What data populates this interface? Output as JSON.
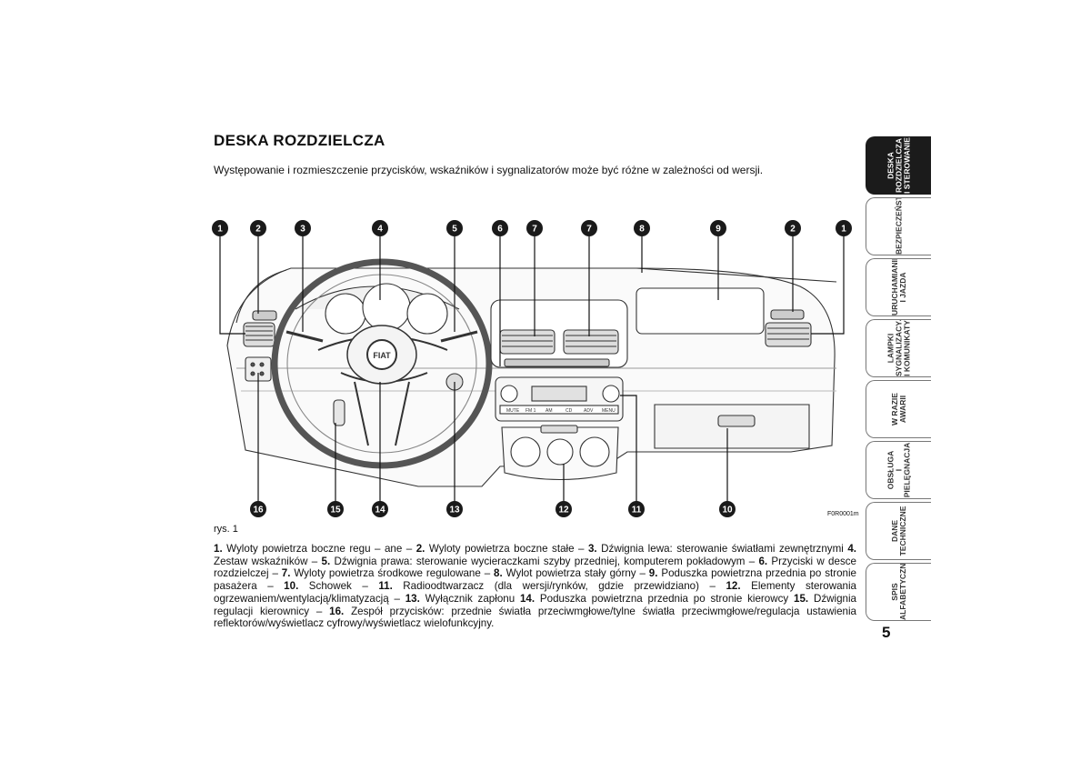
{
  "heading": "DESKA ROZDZIELCZA",
  "intro": "Występowanie i rozmieszczenie przycisków, wskaźników i sygnalizatorów może być różne w zależności od wersji.",
  "figure": {
    "caption": "rys. 1",
    "code": "F0R0001m",
    "callouts_top": [
      "1",
      "2",
      "3",
      "4",
      "5",
      "6",
      "7",
      "7",
      "8",
      "9",
      "2",
      "1"
    ],
    "callouts_bottom": [
      "16",
      "15",
      "14",
      "13",
      "12",
      "11",
      "10"
    ],
    "radio_buttons": [
      "MUTE",
      "FM 1",
      "AM",
      "CD",
      "ADV",
      "MENU"
    ],
    "brand_badge": "FIAT"
  },
  "description": [
    {
      "n": "1.",
      "t": " Wyloty powietrza boczne regu – ane – "
    },
    {
      "n": "2.",
      "t": " Wyloty powietrza boczne stałe – "
    },
    {
      "n": "3.",
      "t": " Dźwignia lewa: sterowanie światłami zewnętrznymi "
    },
    {
      "n": "4.",
      "t": " Zestaw wskaźników – "
    },
    {
      "n": "5.",
      "t": " Dźwignia prawa: sterowanie wycieraczkami szyby przedniej, komputerem pokładowym – "
    },
    {
      "n": "6.",
      "t": " Przyciski w desce rozdzielczej – "
    },
    {
      "n": "7.",
      "t": " Wyloty powietrza środkowe regulowane – "
    },
    {
      "n": "8.",
      "t": " Wylot powietrza stały górny – "
    },
    {
      "n": "9.",
      "t": " Poduszka powietrzna przednia po stronie pasażera – "
    },
    {
      "n": "10.",
      "t": " Schowek – "
    },
    {
      "n": "11.",
      "t": " Radioodtwarzacz (dla wersji/rynków, gdzie przewidziano) – "
    },
    {
      "n": "12.",
      "t": " Elementy sterowania ogrzewaniem/wentylacją/klimatyzacją – "
    },
    {
      "n": "13.",
      "t": " Wyłącznik zapłonu "
    },
    {
      "n": "14.",
      "t": " Poduszka powietrzna przednia po stronie kierowcy "
    },
    {
      "n": "15.",
      "t": " Dźwignia regulacji kierownicy – "
    },
    {
      "n": "16.",
      "t": " Zespół przycisków: przednie światła przeciwmgłowe/tylne światła przeciwmgłowe/regulacja ustawienia reflektorów/wyświetlacz cyfrowy/wyświetlacz wielofunkcyjny."
    }
  ],
  "tabs": [
    {
      "label": "DESKA\nROZDZIELCZA\nI STEROWANIE",
      "active": true
    },
    {
      "label": "BEZPIECZEŃSTWO",
      "active": false
    },
    {
      "label": "URUCHAMIANIE\nI JAZDA",
      "active": false
    },
    {
      "label": "LAMPKI\nSYGNALIZACYJNE\nI KOMUNIKATY",
      "active": false
    },
    {
      "label": "W RAZIE\nAWARII",
      "active": false
    },
    {
      "label": "OBSŁUGA\nI PIELĘGNACJA",
      "active": false
    },
    {
      "label": "DANE\nTECHNICZNE",
      "active": false
    },
    {
      "label": "SPIS\nALFABETYCZNY",
      "active": false
    }
  ],
  "page_number": "5"
}
